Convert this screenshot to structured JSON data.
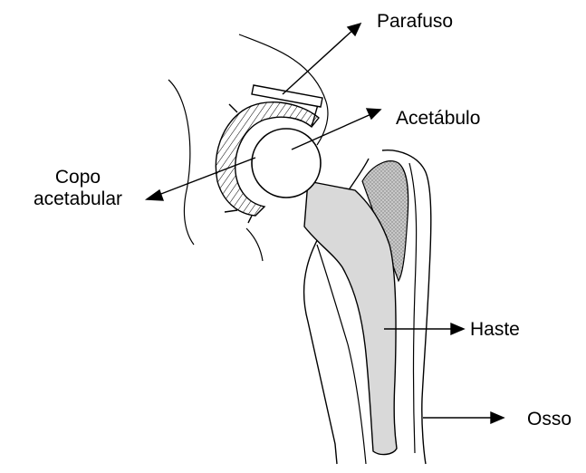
{
  "labels": {
    "parafuso": "Parafuso",
    "acetabulo": "Acetábulo",
    "copo": "Copo\nacetabular",
    "haste": "Haste",
    "osso": "Osso"
  },
  "colors": {
    "line": "#000000",
    "background": "#ffffff",
    "stem_fill": "#d9d9d9",
    "cement_fill": "#b8b8b8"
  }
}
